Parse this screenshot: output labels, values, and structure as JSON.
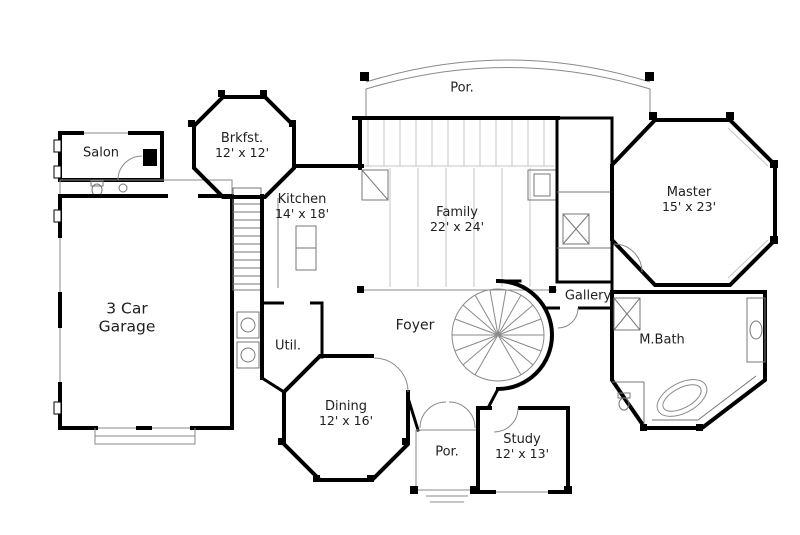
{
  "colors": {
    "bg": "#ffffff",
    "wall": "#000000",
    "thin": "#8a8a8a",
    "light": "#c6c6c6",
    "text": "#1f1f1f"
  },
  "rooms": {
    "por_top": {
      "label": "Por."
    },
    "salon": {
      "label": "Salon"
    },
    "brkfst": {
      "label": "Brkfst.",
      "dims": "12' x 12'"
    },
    "kitchen": {
      "label": "Kitchen",
      "dims": "14' x 18'"
    },
    "family": {
      "label": "Family",
      "dims": "22' x 24'"
    },
    "master": {
      "label": "Master",
      "dims": "15' x 23'"
    },
    "gallery": {
      "label": "Gallery"
    },
    "garage": {
      "label": "3 Car",
      "line2": "Garage"
    },
    "util": {
      "label": "Util."
    },
    "foyer": {
      "label": "Foyer"
    },
    "mbath": {
      "label": "M.Bath"
    },
    "dining": {
      "label": "Dining",
      "dims": "12' x 16'"
    },
    "por_bottom": {
      "label": "Por."
    },
    "study": {
      "label": "Study",
      "dims": "12' x 13'"
    }
  }
}
